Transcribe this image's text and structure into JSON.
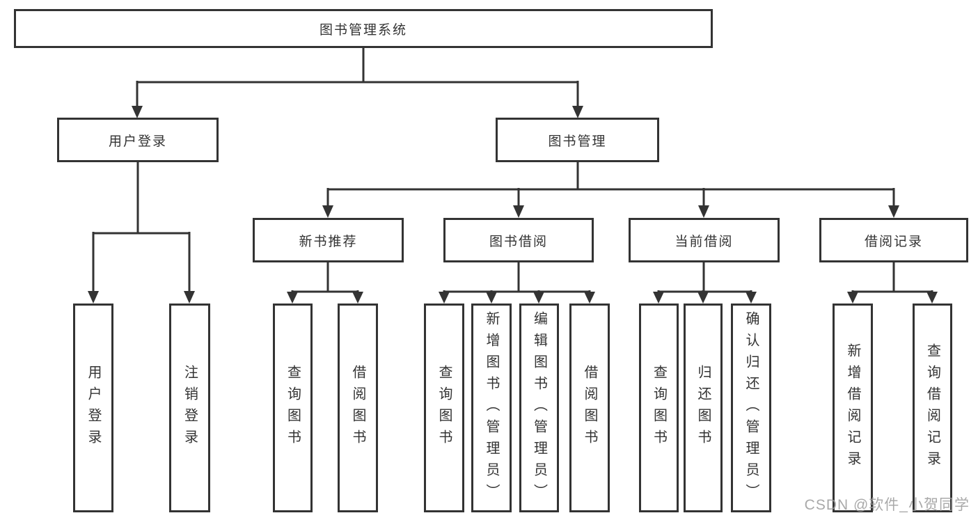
{
  "diagram": {
    "tree": {
      "root": "图书管理系统",
      "branches": [
        {
          "label": "用户登录",
          "children": [
            {
              "label": "用户登录"
            },
            {
              "label": "注销登录"
            }
          ]
        },
        {
          "label": "图书管理",
          "children": [
            {
              "label": "新书推荐",
              "children": [
                {
                  "label": "查询图书"
                },
                {
                  "label": "借阅图书"
                }
              ]
            },
            {
              "label": "图书借阅",
              "children": [
                {
                  "label": "查询图书"
                },
                {
                  "label": "新增图书（管理员）"
                },
                {
                  "label": "编辑图书（管理员）"
                },
                {
                  "label": "借阅图书"
                }
              ]
            },
            {
              "label": "当前借阅",
              "children": [
                {
                  "label": "查询图书"
                },
                {
                  "label": "归还图书"
                },
                {
                  "label": "确认归还（管理员）"
                }
              ]
            },
            {
              "label": "借阅记录",
              "children": [
                {
                  "label": "新增借阅记录"
                },
                {
                  "label": "查询借阅记录"
                }
              ]
            }
          ]
        }
      ]
    },
    "watermark": "CSDN @软件_小贺同学",
    "colors": {
      "line": "#333333",
      "text": "#333333",
      "background": "#ffffff",
      "watermark": "#9b9b9b"
    }
  }
}
